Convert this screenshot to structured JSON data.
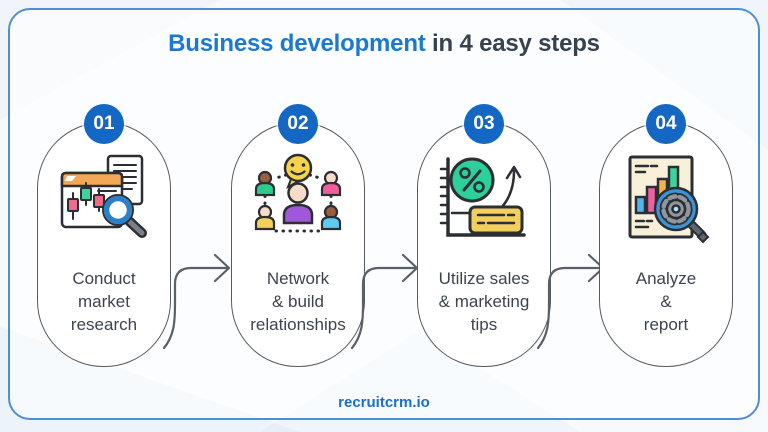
{
  "title": {
    "highlight": "Business development",
    "rest": " in 4 easy steps"
  },
  "steps": [
    {
      "number": "01",
      "icon": "market-research-icon",
      "label_lines": [
        "Conduct",
        "market",
        "research"
      ]
    },
    {
      "number": "02",
      "icon": "network-relationships-icon",
      "label_lines": [
        "Network",
        "& build",
        "relationships"
      ]
    },
    {
      "number": "03",
      "icon": "sales-marketing-icon",
      "label_lines": [
        "Utilize sales",
        "& marketing",
        "tips"
      ]
    },
    {
      "number": "04",
      "icon": "analyze-report-icon",
      "label_lines": [
        "Analyze",
        "&",
        "report"
      ]
    }
  ],
  "footer": {
    "brand": "recruitcrm.io"
  },
  "colors": {
    "accent_blue": "#1467c2",
    "title_blue": "#1b79d2",
    "dark_text": "#3d4450",
    "frame_border": "#4e8ed3",
    "pill_outline": "#565b62",
    "icon_green": "#2bd09b",
    "icon_yellow": "#f3cf5c",
    "icon_orange": "#f2a854",
    "icon_pink": "#f0609e",
    "icon_purple": "#a158d8",
    "icon_cyan": "#5fcbf2",
    "icon_blue": "#3b93d8"
  }
}
